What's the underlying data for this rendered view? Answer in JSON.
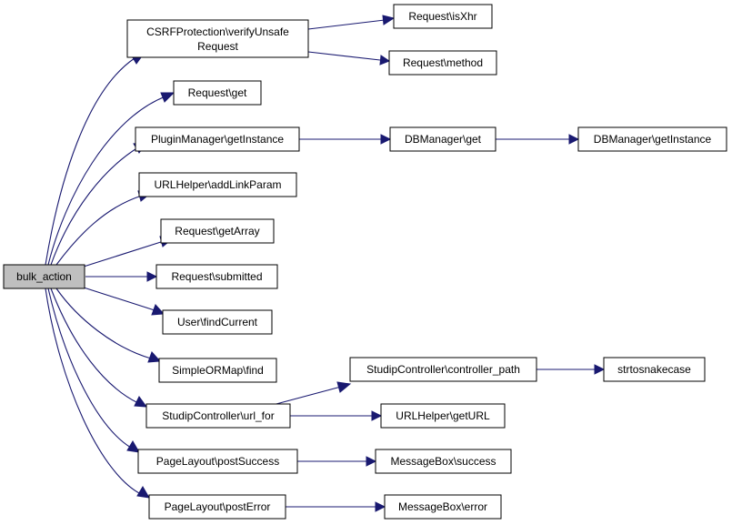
{
  "colors": {
    "edge": "#191970",
    "root_fill": "#bfbfbf",
    "node_fill": "#ffffff"
  },
  "nodes": {
    "bulk_action": "bulk_action",
    "csrf_line1": "CSRFProtection\\verifyUnsafe",
    "csrf_line2": "Request",
    "request_isxhr": "Request\\isXhr",
    "request_method": "Request\\method",
    "request_get": "Request\\get",
    "pluginmanager_getinstance": "PluginManager\\getInstance",
    "dbmanager_get": "DBManager\\get",
    "dbmanager_getinstance": "DBManager\\getInstance",
    "urlhelper_addlinkparam": "URLHelper\\addLinkParam",
    "request_getarray": "Request\\getArray",
    "request_submitted": "Request\\submitted",
    "user_findcurrent": "User\\findCurrent",
    "simpleormap_find": "SimpleORMap\\find",
    "studipcontroller_controller_path": "StudipController\\controller_path",
    "strtosnakecase": "strtosnakecase",
    "studipcontroller_url_for": "StudipController\\url_for",
    "urlhelper_geturl": "URLHelper\\getURL",
    "pagelayout_postsuccess": "PageLayout\\postSuccess",
    "messagebox_success": "MessageBox\\success",
    "pagelayout_posterror": "PageLayout\\postError",
    "messagebox_error": "MessageBox\\error"
  }
}
